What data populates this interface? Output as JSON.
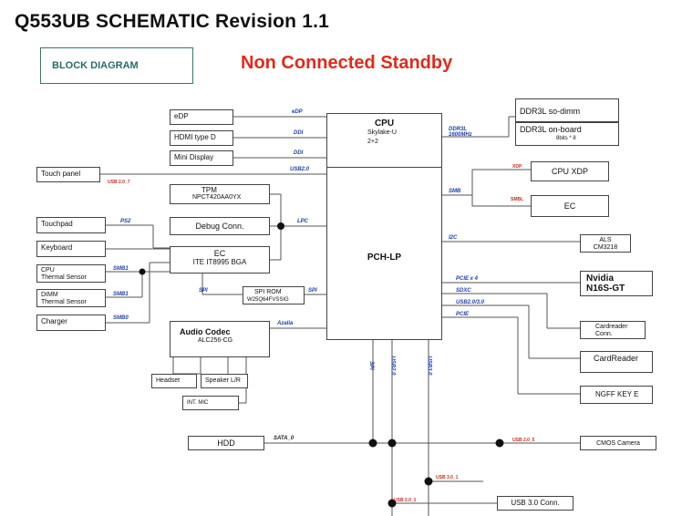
{
  "header": {
    "title": "Q553UB SCHEMATIC Revision 1.1",
    "subtitle": "Non Connected Standby",
    "tag": "BLOCK DIAGRAM"
  },
  "cpu": {
    "name": "CPU",
    "sub1": "Skylake-U",
    "sub2": "2+2"
  },
  "pch": {
    "name": "PCH-LP"
  },
  "left_blocks": {
    "edp": "eDP",
    "hdmi": "HDMI type D",
    "mini_dp": "Mini Display",
    "touch_panel": "Touch panel",
    "tpm": "TPM",
    "tpm_part": "NPCT420AA0YX",
    "debug": "Debug Conn.",
    "touchpad": "Touchpad",
    "keyboard": "Keyboard",
    "cpu_thermal1": "CPU",
    "cpu_thermal2": "Thermal Sensor",
    "dimm_thermal1": "DIMM",
    "dimm_thermal2": "Thermal Sensor",
    "charger": "Charger",
    "ec": "EC",
    "ec_part": "ITE IT8995 BGA",
    "spi_rom": "SPI ROM",
    "spi_rom_part": "W25Q64FVSSIG",
    "audio": "Audio Codec",
    "audio_part": "ALC256-CG",
    "headset": "Headset",
    "speaker": "Speaker L/R",
    "int_mic": "INT. MIC",
    "hdd": "HDD"
  },
  "right_blocks": {
    "ddr_sodimm": "DDR3L so-dimm",
    "ddr_onboard": "DDR3L on-board",
    "ddr_onboard_sub": "8bits * 8",
    "cpu_xdp": "CPU XDP",
    "ec2": "EC",
    "als": "ALS",
    "als_part": "CM3218",
    "nvidia1": "Nvidia",
    "nvidia2": "N16S-GT",
    "cardreader_conn1": "Cardreader",
    "cardreader_conn2": "Conn.",
    "cardreader": "CardReader",
    "ngff": "NGFF KEY E",
    "cmos": "CMOS Camera",
    "usb3": "USB 3.0 Conn."
  },
  "bus_labels": {
    "edp": "eDP",
    "ddi1": "DDI",
    "ddi2": "DDI",
    "usb": "USB2.0",
    "lpc": "LPC",
    "ps2": "PS2",
    "smb1": "SMB1",
    "smb2": "SMB1",
    "smb3": "SMB0",
    "spi1": "SPI",
    "spi2": "SPI",
    "azalia": "Azalia",
    "ddr1": "DDR3L",
    "ddr2": "1600MHz",
    "smb_r": "SMB",
    "i2c": "I2C",
    "pcie4": "PCIE x 4",
    "sdxc": "SDXC",
    "usb_r": "USB2.0/3.0",
    "pcie": "PCIE",
    "sata0": "SATA_0",
    "v1": "SPI",
    "v2": "USB2.0",
    "v3": "USB3.0"
  },
  "red_labels": {
    "touch": "USB 2.0_7",
    "xdp": "XDP",
    "ecr": "SMBL",
    "cam": "USB 2.0_5",
    "usb31": "USB 3.0_1",
    "usb21": "USB 2.0_1"
  }
}
